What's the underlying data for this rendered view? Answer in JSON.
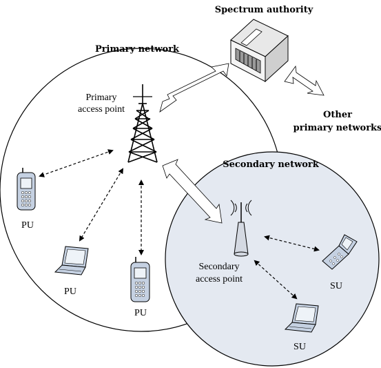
{
  "labels": {
    "spectrum_authority": "Spectrum authority",
    "primary_network": "Primary network",
    "primary_access_point_line1": "Primary",
    "primary_access_point_line2": "access point",
    "other_networks_line1": "Other",
    "other_networks_line2": "primary networks",
    "secondary_network": "Secondary network",
    "secondary_access_point_line1": "Secondary",
    "secondary_access_point_line2": "access point",
    "pu_1": "PU",
    "pu_2": "PU",
    "pu_3": "PU",
    "su_1": "SU",
    "su_2": "SU"
  },
  "colors": {
    "secondary_fill": "#e4e9f1",
    "device_blue": "#c5d1e2",
    "stroke": "#000000"
  }
}
